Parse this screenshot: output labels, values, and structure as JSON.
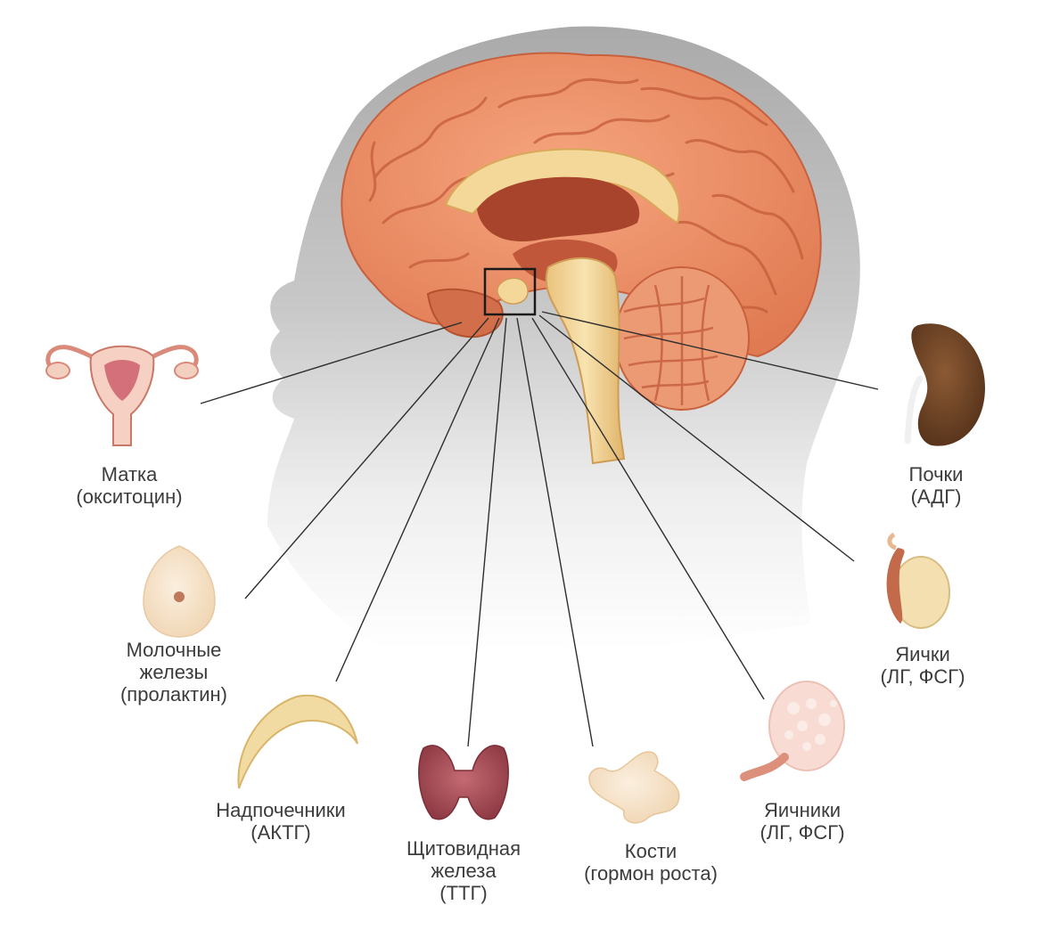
{
  "organs": [
    {
      "id": "uterus",
      "lines": [
        "Матка",
        "(окситоцин)"
      ],
      "icon": "uterus-icon"
    },
    {
      "id": "mammary",
      "lines": [
        "Молочные",
        "железы",
        "(пролактин)"
      ],
      "icon": "mammary-gland-icon"
    },
    {
      "id": "adrenal",
      "lines": [
        "Надпочечники",
        "(АКТГ)"
      ],
      "icon": "adrenal-gland-icon"
    },
    {
      "id": "thyroid",
      "lines": [
        "Щитовидная",
        "железа",
        "(ТТГ)"
      ],
      "icon": "thyroid-gland-icon"
    },
    {
      "id": "bones",
      "lines": [
        "Кости",
        "(гормон роста)"
      ],
      "icon": "bone-icon"
    },
    {
      "id": "ovaries",
      "lines": [
        "Яичники",
        "(ЛГ, ФСГ)"
      ],
      "icon": "ovary-icon"
    },
    {
      "id": "testes",
      "lines": [
        "Яички",
        "(ЛГ, ФСГ)"
      ],
      "icon": "testis-icon"
    },
    {
      "id": "kidneys",
      "lines": [
        "Почки",
        "(АДГ)"
      ],
      "icon": "kidney-icon"
    }
  ],
  "colors": {
    "brain": "#f0926a",
    "brain_dark": "#c8603e",
    "head": "#b4b4b4",
    "connector": "#2e2e2e",
    "label_text": "#3c3c3c"
  }
}
